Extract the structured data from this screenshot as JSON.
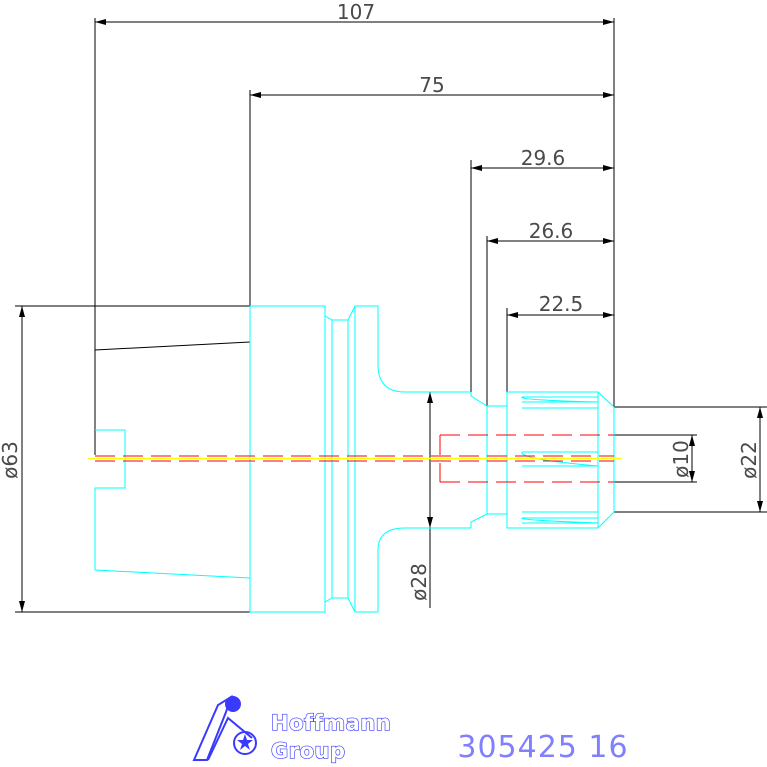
{
  "dimensions": {
    "overall_length": "107",
    "shank_to_end": "75",
    "d1": "29.6",
    "d2": "26.6",
    "d3": "22.5",
    "dia_63": "ø63",
    "dia_28": "ø28",
    "dia_10": "ø10",
    "dia_22": "ø22"
  },
  "logo": {
    "line1": "Hoffmann",
    "line2": "Group"
  },
  "part_number": "305425 16",
  "colors": {
    "dimension_line": "#000000",
    "dimension_text": "#4a4a4a",
    "part_outline": "#00ffff",
    "hidden_line": "#ff0000",
    "center_line": "#ffff00",
    "logo": "#3a3aff",
    "part_number": "#8080ff"
  }
}
